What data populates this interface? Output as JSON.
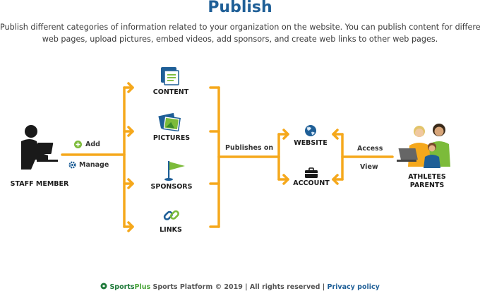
{
  "header": {
    "title": "Publish",
    "description_line1": "Publish different categories of information related to your organization on the website. You can publish content for different",
    "description_line2": "web pages, upload pictures, embed videos, add sponsors, and create web links to other web pages."
  },
  "diagram": {
    "staff_label": "STAFF MEMBER",
    "add_label": "Add",
    "manage_label": "Manage",
    "categories": [
      "CONTENT",
      "PICTURES",
      "SPONSORS",
      "LINKS"
    ],
    "publishes_on_label": "Publishes on",
    "targets": [
      "WEBSITE",
      "ACCOUNT"
    ],
    "access_label": "Access",
    "view_label": "View",
    "audience_line1": "ATHLETES",
    "audience_line2": "PARENTS",
    "colors": {
      "connector": "#f5a81c",
      "title": "#1f5f97"
    }
  },
  "footer": {
    "brand_sports": "Sports",
    "brand_plus": "Plus",
    "text": "Sports Platform © 2019 | All rights reserved |",
    "privacy_link": "Privacy policy"
  }
}
